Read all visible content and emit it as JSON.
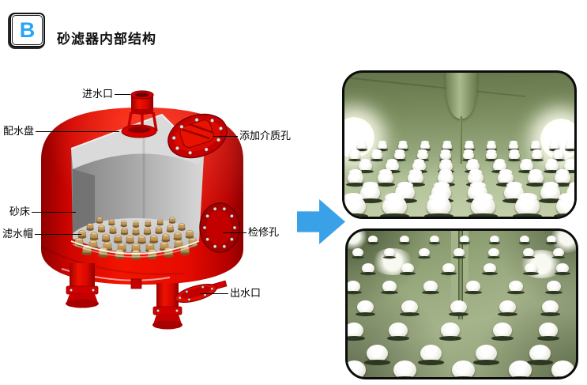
{
  "header": {
    "badge_letter": "B",
    "title": "砂滤器内部结构"
  },
  "diagram": {
    "labels": {
      "inlet": "进水口",
      "distributor": "配水盘",
      "media_port": "添加介质孔",
      "sand_bed": "砂床",
      "filter_cap": "滤水帽",
      "access_port": "检修孔",
      "outlet": "出水口"
    }
  },
  "colors": {
    "badge_letter_blue": "#29a3f5",
    "arrow_blue": "#3aa1e9",
    "tank_red": "#e60b00",
    "photo_green": "#9dad83"
  }
}
